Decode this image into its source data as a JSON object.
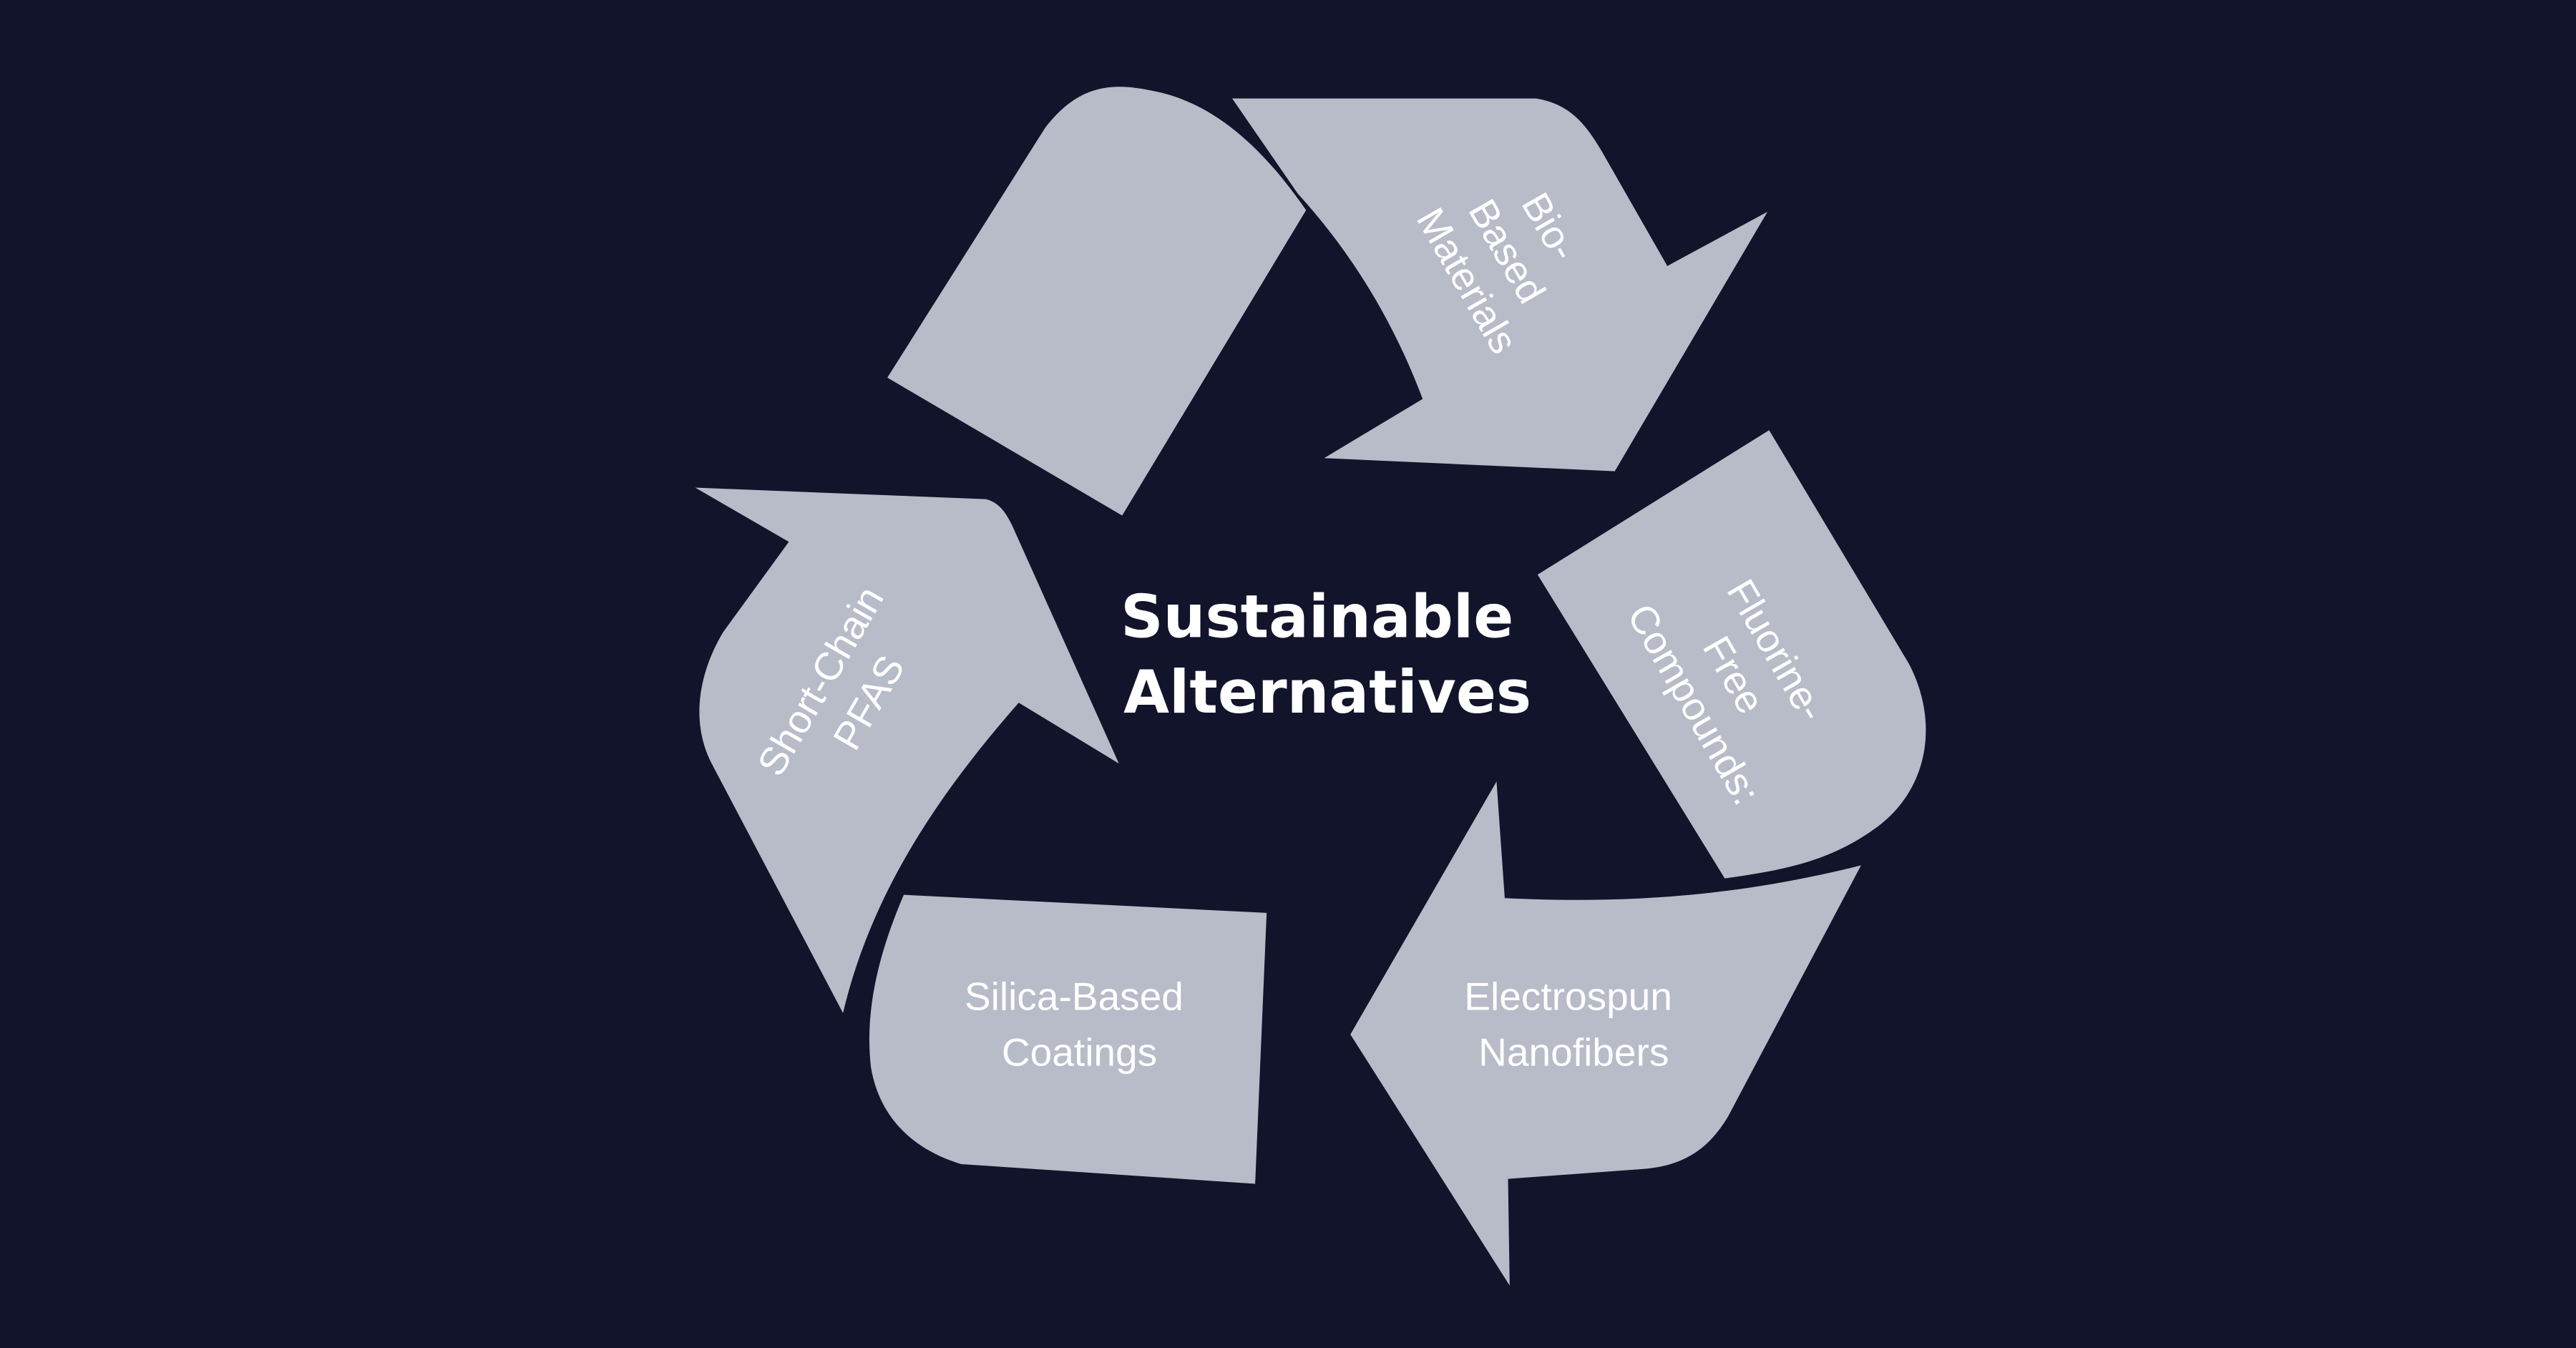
{
  "diagram": {
    "center_title": {
      "line1": "Sustainable",
      "line2": "Alternatives"
    },
    "segments": [
      {
        "id": "bio",
        "lines": [
          "Bio-",
          "Based",
          "Materials"
        ]
      },
      {
        "id": "fluorine",
        "lines": [
          "Fluorine-",
          "Free",
          "Compounds:"
        ]
      },
      {
        "id": "electrospun",
        "lines": [
          "Electrospun",
          "Nanofibers"
        ]
      },
      {
        "id": "silica",
        "lines": [
          "Silica-Based",
          "Coatings"
        ]
      },
      {
        "id": "shortchain",
        "lines": [
          "Short-Chain",
          "PFAS"
        ]
      }
    ],
    "colors": {
      "background": "#11142a",
      "shape_fill": "#b8bbc8",
      "text": "#ffffff"
    }
  }
}
